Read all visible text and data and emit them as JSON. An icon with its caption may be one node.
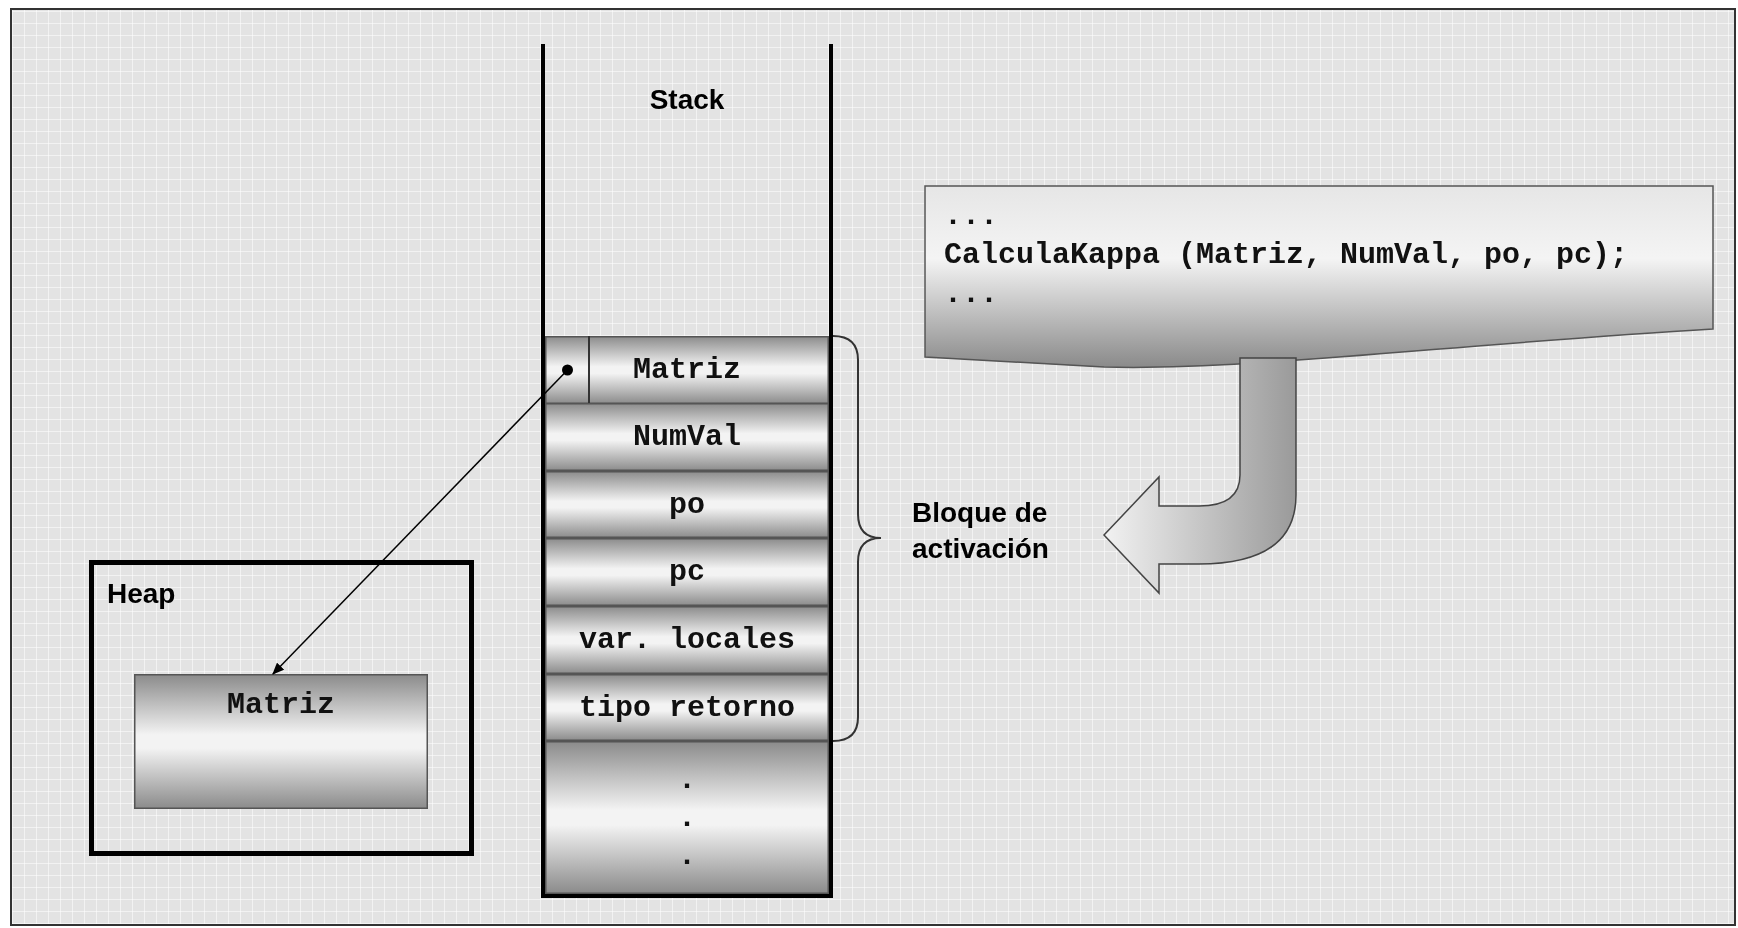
{
  "diagram": {
    "nodes": [
      {
        "text": [
          "Stack"
        ]
      },
      {
        "text": [
          "Matriz"
        ],
        "in": 0
      },
      {
        "text": [],
        "shape": "box",
        "in": 1
      },
      {
        "text": [
          "NumVal"
        ],
        "in": 0
      },
      {
        "text": [
          "po"
        ],
        "in": 0
      },
      {
        "text": [
          "pc"
        ],
        "in": 0
      },
      {
        "text": [
          "var. locales"
        ],
        "in": 0
      },
      {
        "text": [
          "tipo retorno"
        ],
        "in": 0
      },
      {
        "text": [
          ". . ."
        ],
        "in": 0
      },
      {
        "text": [
          "...",
          "CalculaKappa (Matriz, NumVal, po, pc);",
          "..."
        ]
      },
      {
        "text": [
          "Bloque de activación"
        ]
      },
      {
        "text": [
          "Heap"
        ]
      },
      {
        "text": [
          "Matriz"
        ],
        "in": 11
      }
    ],
    "edges": [
      {
        "from": 2,
        "to": 12,
        "arrow": "to"
      },
      {
        "from": 9,
        "to": 10,
        "arrow": "to",
        "style": "thick"
      }
    ]
  }
}
